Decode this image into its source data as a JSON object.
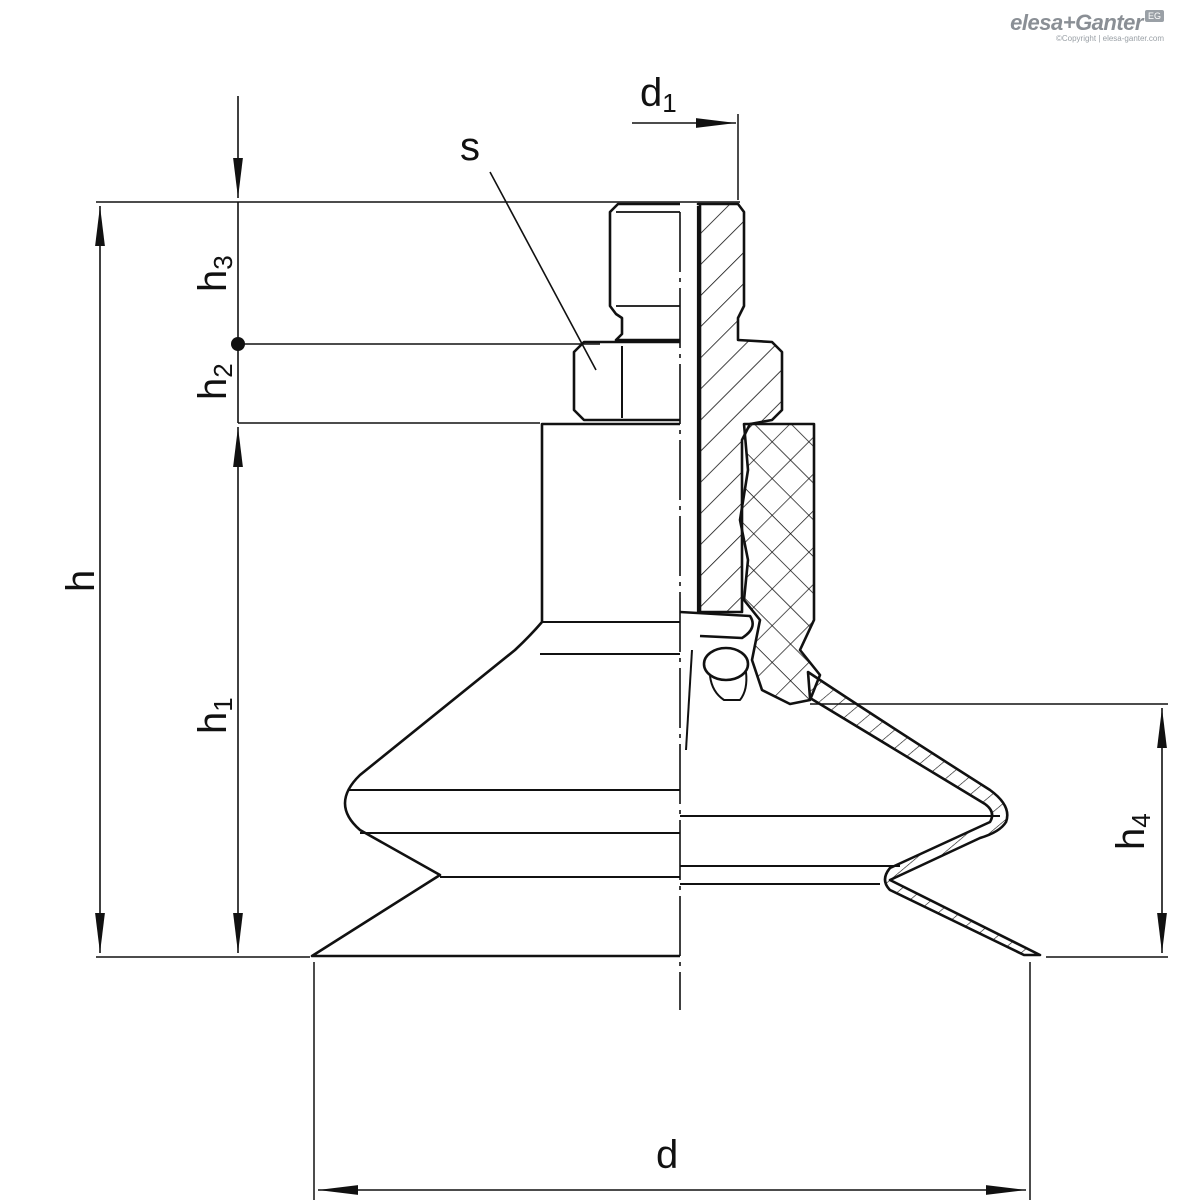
{
  "branding": {
    "brand": "elesa+Ganter",
    "badge": "EG",
    "copyright": "©Copyright | elesa-ganter.com"
  },
  "labels": {
    "d1": {
      "base": "d",
      "sub": "1"
    },
    "s": "s",
    "h3": {
      "base": "h",
      "sub": "3"
    },
    "h2": {
      "base": "h",
      "sub": "2"
    },
    "h": "h",
    "h1": {
      "base": "h",
      "sub": "1"
    },
    "h4": {
      "base": "h",
      "sub": "4"
    },
    "d": "d"
  }
}
